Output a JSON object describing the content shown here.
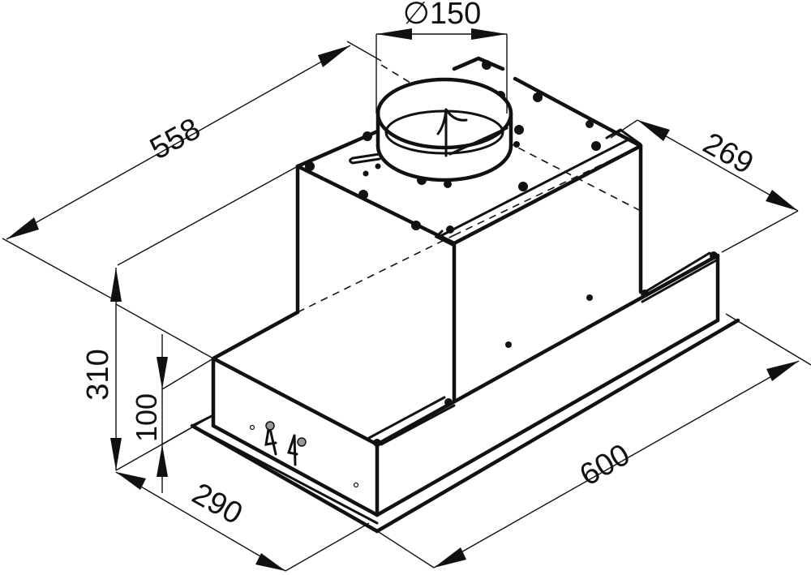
{
  "drawing": {
    "title": "Built-in cooker hood dimension drawing",
    "units": "mm",
    "line_color": "#111111",
    "background": "#ffffff"
  },
  "dimensions": {
    "duct_diameter": "∅150",
    "depth_top": "558",
    "chimney_depth": "269",
    "total_height": "310",
    "base_height": "100",
    "base_depth": "290",
    "width": "600"
  },
  "controls": {
    "knobs": 2,
    "screws_on_front": 2
  }
}
